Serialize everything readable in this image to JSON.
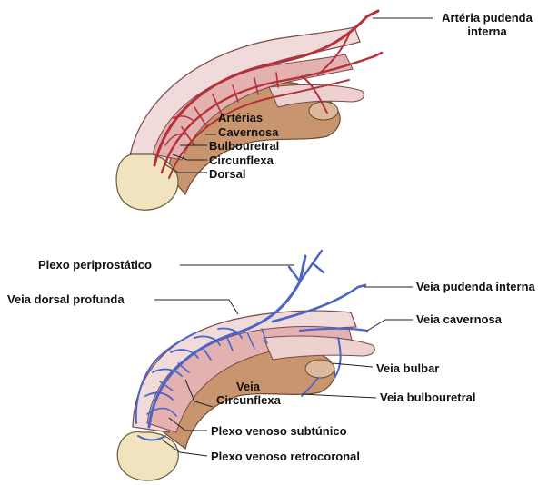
{
  "colors": {
    "artery": "#b6303a",
    "artery_dark": "#7e1a22",
    "vein": "#4a64c8",
    "vein_dark": "#2a3f92",
    "tissue_light": "#f1dada",
    "tissue_pink": "#e3b1b0",
    "tissue_brown": "#c9956f",
    "glans": "#f0e3bd",
    "glans_outline": "#6b5a3c",
    "leader": "#222222",
    "text": "#111111"
  },
  "arterial_diagram": {
    "labels": {
      "arteria_pudenda_interna_line1": "Artéria pudenda",
      "arteria_pudenda_interna_line2": "interna",
      "group_title": "Artérias",
      "cavernosa": "Cavernosa",
      "bulbouretral": "Bulbouretral",
      "circunflexa": "Circunflexa",
      "dorsal": "Dorsal"
    }
  },
  "venous_diagram": {
    "labels": {
      "plexo_periprostatico": "Plexo periprostático",
      "veia_dorsal_profunda": "Veia dorsal profunda",
      "veia_pudenda_interna": "Veia pudenda interna",
      "veia_cavernosa": "Veia cavernosa",
      "veia_bulbar": "Veia bulbar",
      "veia_bulbouretral": "Veia bulbouretral",
      "veia_circunflexa_line1": "Veia",
      "veia_circunflexa_line2": "Circunflexa",
      "plexo_venoso_subtunico": "Plexo venoso subtúnico",
      "plexo_venoso_retrocoronal": "Plexo venoso retrocoronal"
    }
  }
}
